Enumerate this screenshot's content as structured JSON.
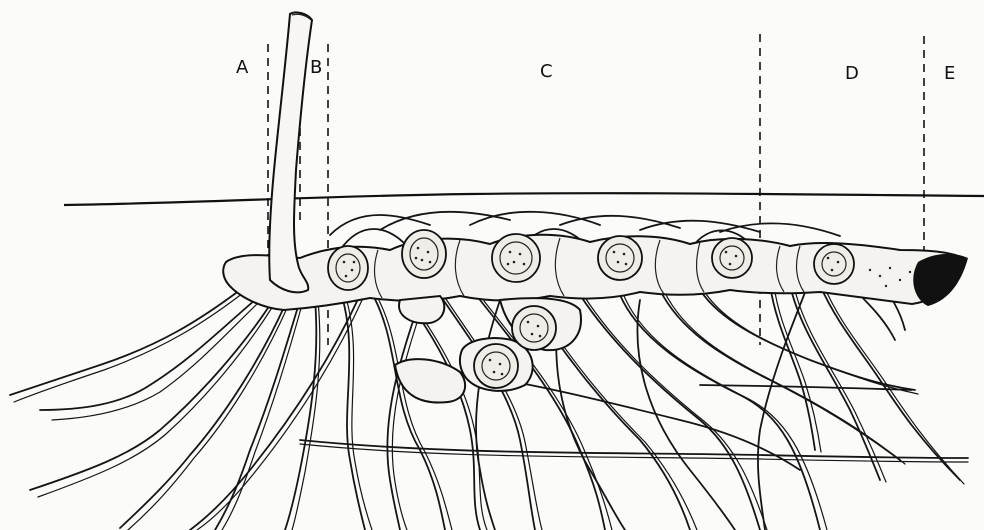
{
  "labels": {
    "zone_a": "A",
    "zone_b": "B",
    "zone_c": "C",
    "zone_d": "D",
    "zone_e": "E"
  },
  "colors": {
    "ink": "#111111",
    "paper": "#fbfbfa"
  }
}
